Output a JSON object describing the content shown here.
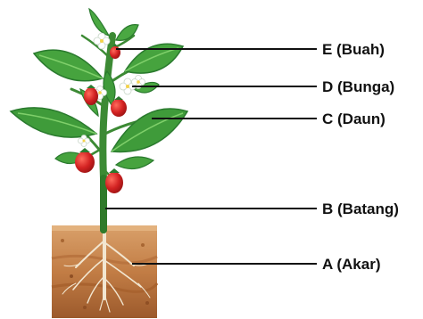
{
  "diagram": {
    "parts": [
      {
        "key": "E",
        "label": "E (Buah)"
      },
      {
        "key": "D",
        "label": "D (Bunga)"
      },
      {
        "key": "C",
        "label": "C (Daun)"
      },
      {
        "key": "B",
        "label": "B (Batang)"
      },
      {
        "key": "A",
        "label": "A (Akar)"
      }
    ],
    "colors": {
      "leaf": "#3f9b3a",
      "leaf_dark": "#2a7a2e",
      "stem": "#3c8a34",
      "fruit": "#d32222",
      "flower": "#ffffff",
      "soil": "#c98a52",
      "soil_dark": "#9b5a2e",
      "root": "#f2e6d0",
      "line": "#111111"
    }
  }
}
